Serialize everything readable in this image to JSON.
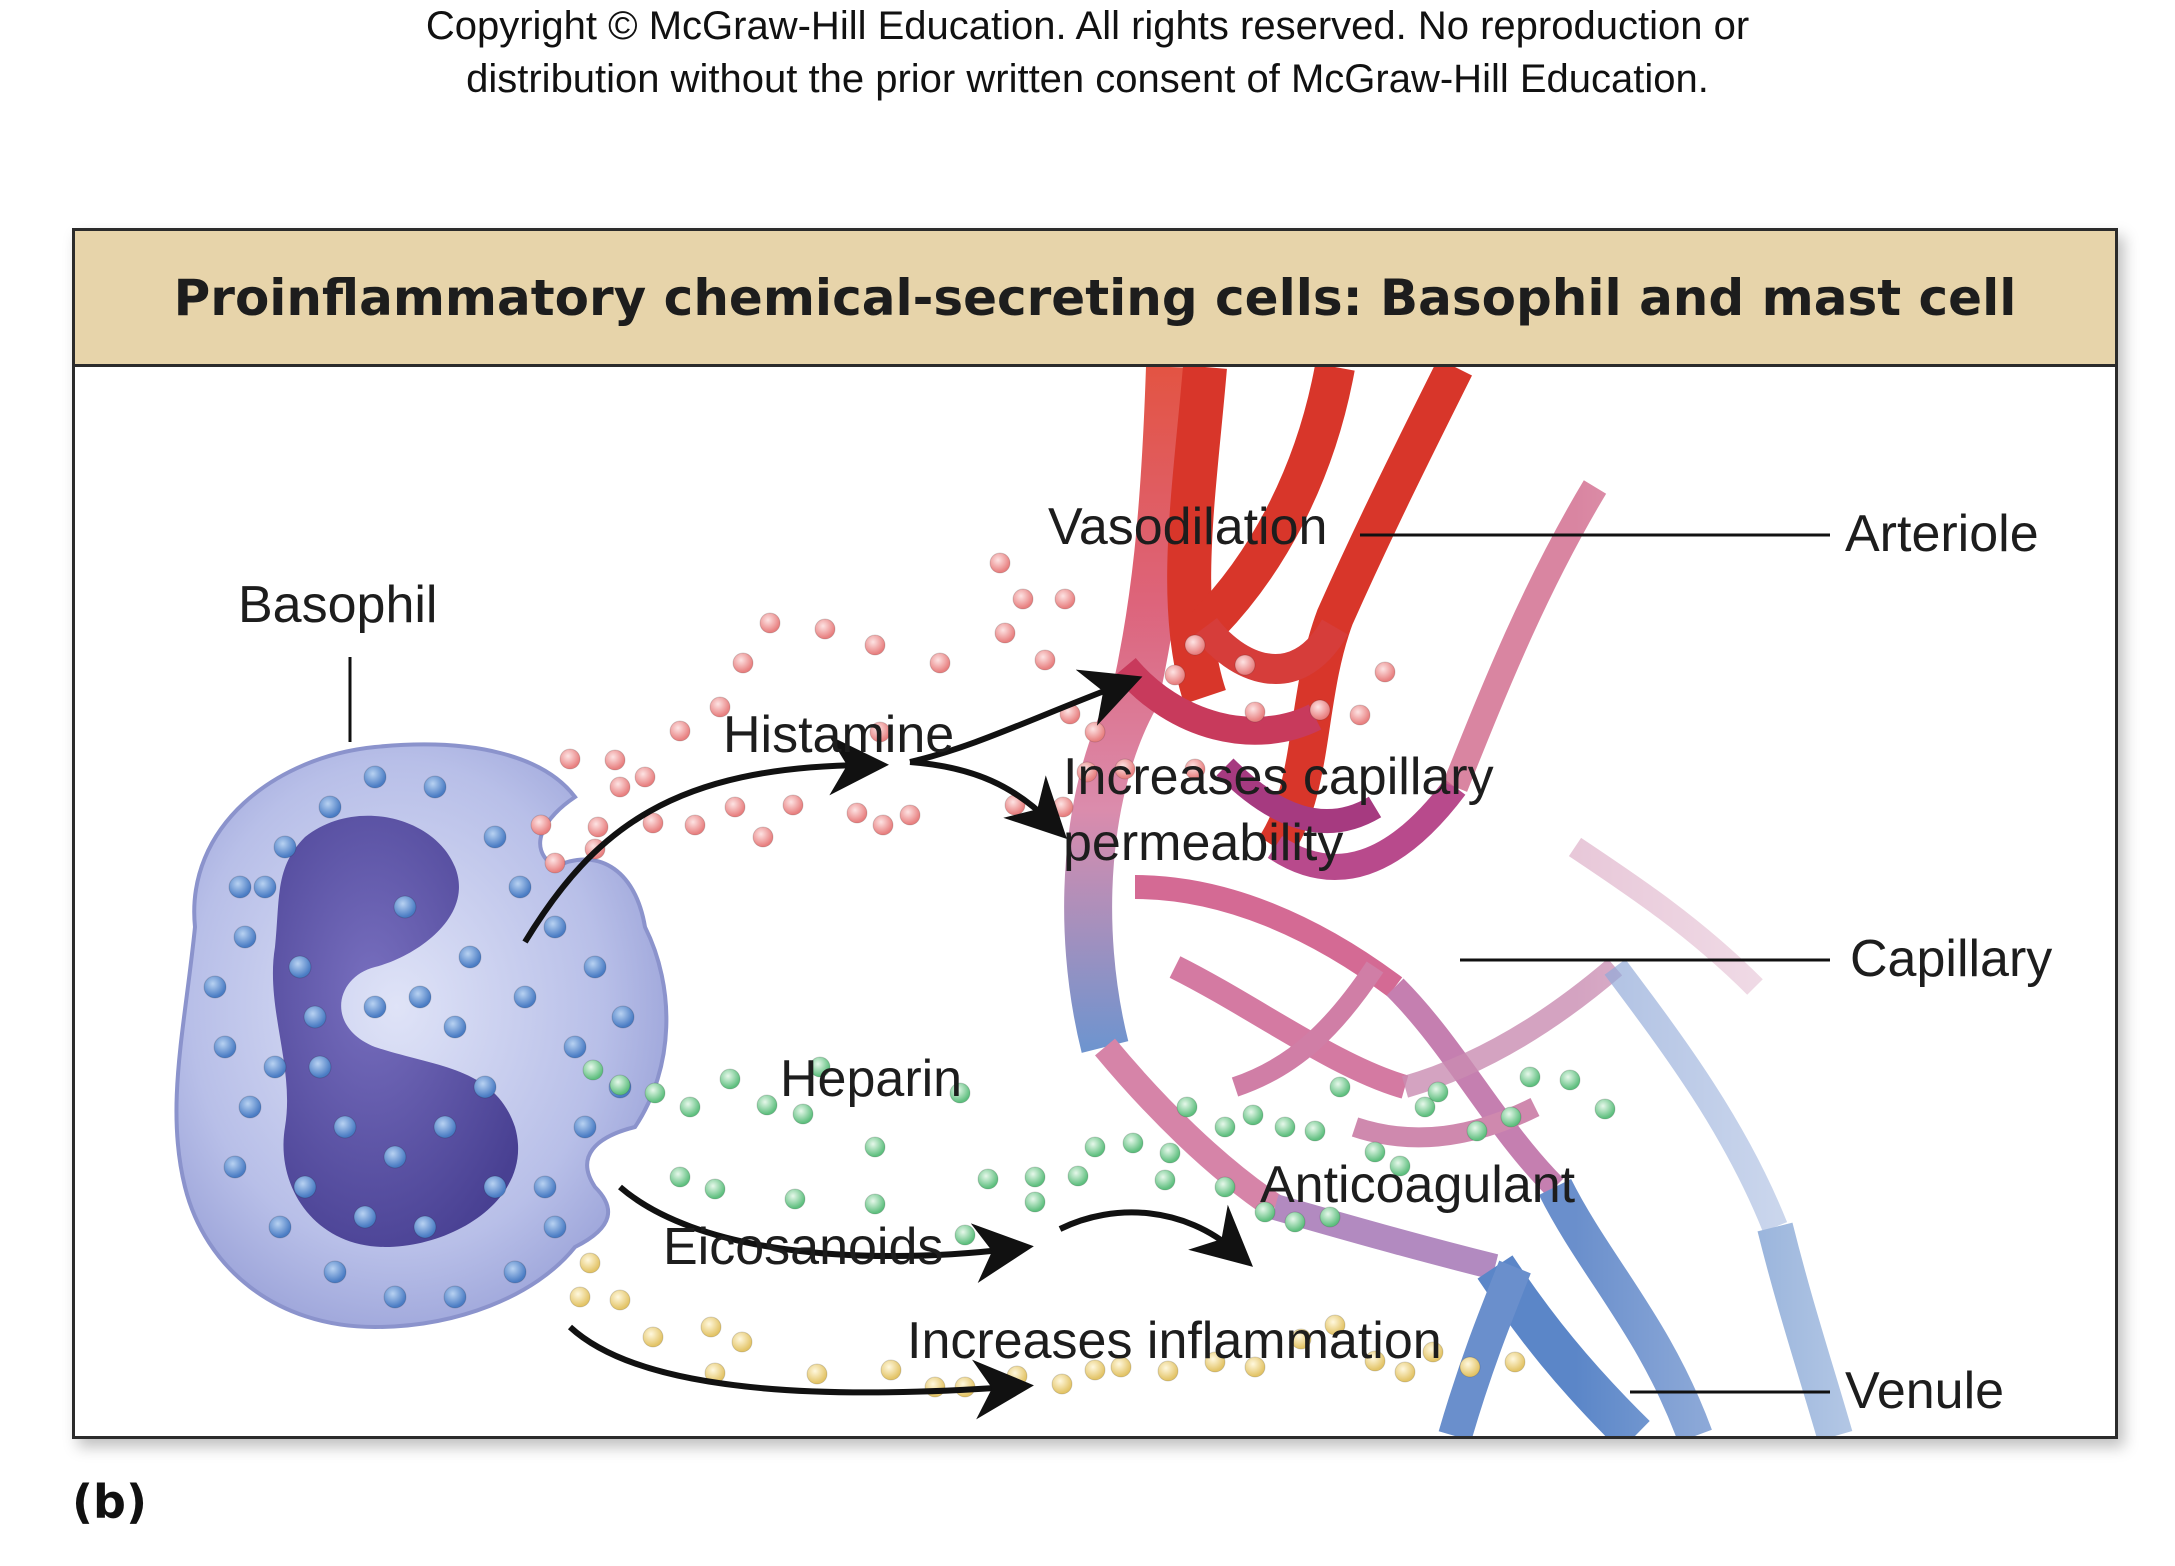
{
  "copyright": {
    "line1": "Copyright © McGraw-Hill Education. All rights reserved. No reproduction or",
    "line2": "distribution without the prior written consent of McGraw-Hill Education."
  },
  "panel": {
    "title": "Proinflammatory chemical-secreting cells: Basophil and mast cell"
  },
  "labels": {
    "basophil": "Basophil",
    "histamine": "Histamine",
    "vasodilation": "Vasodilation",
    "capillary_permeability_line1": "Increases capillary",
    "capillary_permeability_line2": "permeability",
    "heparin": "Heparin",
    "anticoagulant": "Anticoagulant",
    "eicosanoids": "Eicosanoids",
    "inflammation": "Increases inflammation",
    "arteriole": "Arteriole",
    "capillary": "Capillary",
    "venule": "Venule"
  },
  "subfigure_label": "(b)",
  "colors": {
    "header_bg": "#e7d4aa",
    "histamine_granule": "#f0a0a0",
    "heparin_granule": "#9fd9b0",
    "eicosanoid_granule": "#f2dc9a",
    "arteriole": "#d8362a",
    "capillary": "#d9789d",
    "venule": "#5b86c8",
    "basophil_nucleus": "#4a3f9a"
  }
}
